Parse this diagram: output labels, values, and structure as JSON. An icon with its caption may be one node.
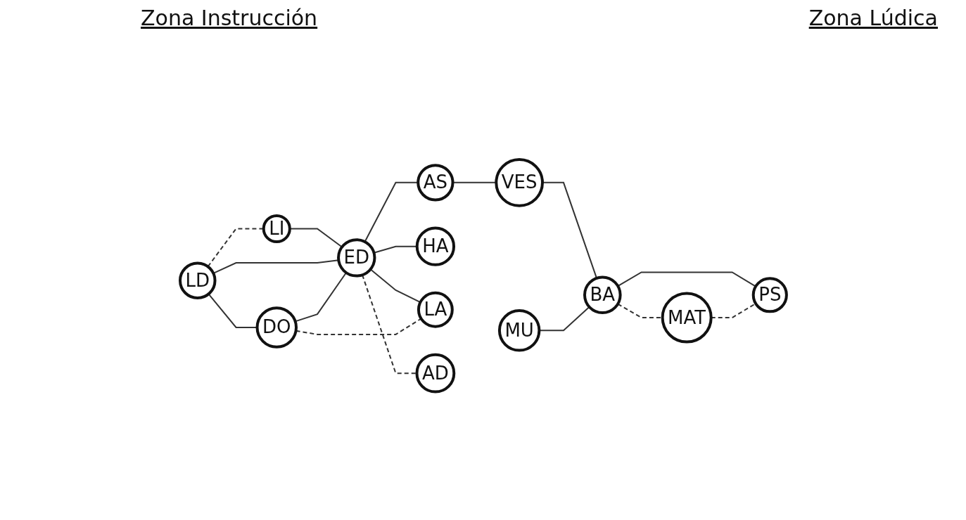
{
  "diagram": {
    "nodes": [
      {
        "text": [
          "LI"
        ]
      },
      {
        "text": [
          "AS"
        ]
      },
      {
        "text": [
          "VES"
        ]
      },
      {
        "text": [
          "MU"
        ]
      },
      {
        "text": [
          "LD"
        ]
      },
      {
        "text": [
          "ED"
        ]
      },
      {
        "text": [
          "HA"
        ]
      },
      {
        "text": [
          "BA"
        ]
      },
      {
        "text": [
          "DO"
        ]
      },
      {
        "text": [
          "LA"
        ]
      },
      {
        "text": [
          "AD"
        ]
      },
      {
        "text": [
          "MAT"
        ]
      },
      {
        "text": [
          "PS"
        ]
      }
    ],
    "edges": [
      {
        "from": 4,
        "to": 0,
        "arrow": "none",
        "style": "dashed"
      },
      {
        "from": 0,
        "to": 5,
        "arrow": "none"
      },
      {
        "from": 4,
        "to": 5,
        "arrow": "none"
      },
      {
        "from": 4,
        "to": 8,
        "arrow": "none"
      },
      {
        "from": 5,
        "to": 1,
        "arrow": "none"
      },
      {
        "from": 1,
        "to": 2,
        "arrow": "none"
      },
      {
        "from": 5,
        "to": 6,
        "arrow": "none"
      },
      {
        "from": 8,
        "to": 5,
        "arrow": "none"
      },
      {
        "from": 5,
        "to": 9,
        "arrow": "none"
      },
      {
        "from": 5,
        "to": 10,
        "arrow": "none",
        "style": "dashed"
      },
      {
        "from": 8,
        "to": 9,
        "arrow": "none",
        "style": "dashed"
      },
      {
        "from": 2,
        "to": 7,
        "arrow": "none"
      },
      {
        "from": 3,
        "to": 7,
        "arrow": "none"
      },
      {
        "from": 7,
        "to": 11,
        "arrow": "none",
        "style": "dashed"
      },
      {
        "from": 7,
        "to": 12,
        "arrow": "none"
      },
      {
        "from": 11,
        "to": 12,
        "arrow": "none",
        "style": "dashed"
      }
    ],
    "labels": [
      "Zona Instrucción",
      "Zona Lúdica"
    ]
  }
}
